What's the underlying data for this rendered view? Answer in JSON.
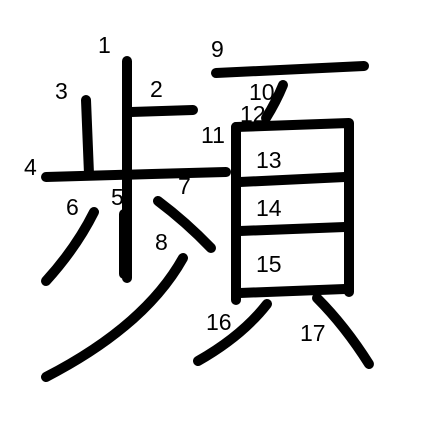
{
  "character": "頻",
  "strokes": [
    {
      "n": "1"
    },
    {
      "n": "2"
    },
    {
      "n": "3"
    },
    {
      "n": "4"
    },
    {
      "n": "5"
    },
    {
      "n": "6"
    },
    {
      "n": "7"
    },
    {
      "n": "8"
    },
    {
      "n": "9"
    },
    {
      "n": "10"
    },
    {
      "n": "11"
    },
    {
      "n": "12"
    },
    {
      "n": "13"
    },
    {
      "n": "14"
    },
    {
      "n": "15"
    },
    {
      "n": "16"
    },
    {
      "n": "17"
    }
  ],
  "colors": {
    "ink": "#000000",
    "background": "#ffffff"
  }
}
